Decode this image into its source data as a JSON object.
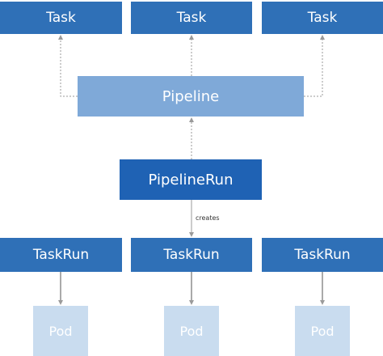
{
  "nodes": {
    "task_1": "Task",
    "task_2": "Task",
    "task_3": "Task",
    "pipeline": "Pipeline",
    "pipelinerun": "PipelineRun",
    "taskrun_1": "TaskRun",
    "taskrun_2": "TaskRun",
    "taskrun_3": "TaskRun",
    "pod_1": "Pod",
    "pod_2": "Pod",
    "pod_3": "Pod"
  },
  "edge_labels": {
    "creates": "creates"
  },
  "colors": {
    "task": "#2f70b7",
    "pipeline": "#7fa9d8",
    "pipelinerun": "#1f62b4",
    "taskrun": "#2f70b7",
    "pod": "#c9dcef",
    "connector": "#9a9a9a"
  }
}
